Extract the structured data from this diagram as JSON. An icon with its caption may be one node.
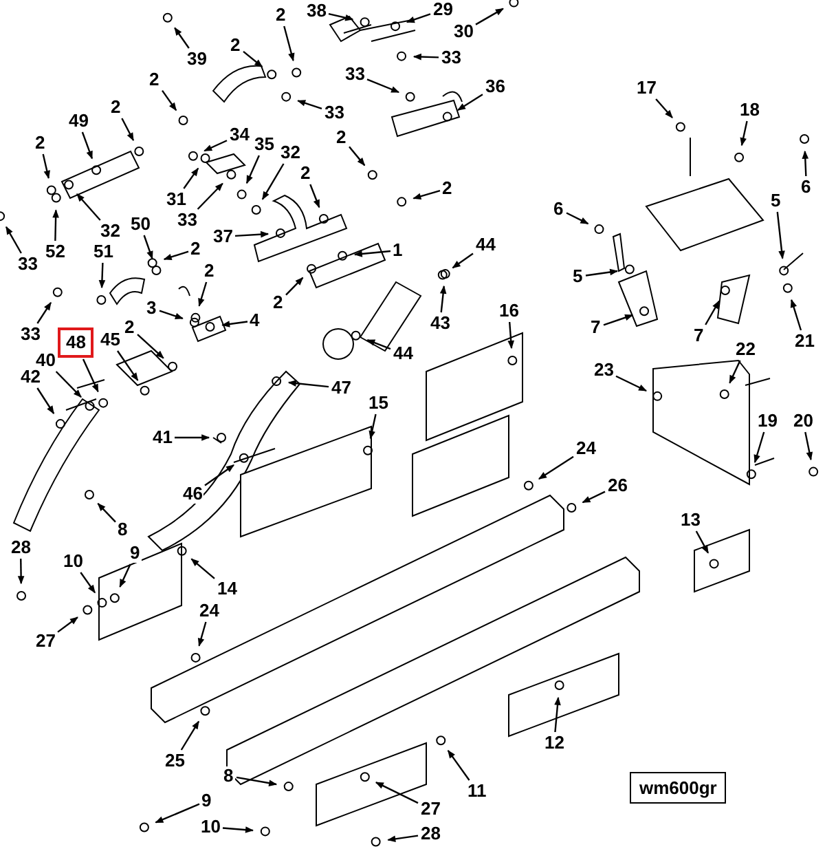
{
  "diagram": {
    "nodes": [
      {
        "text": [
          "38"
        ]
      },
      {
        "text": [
          "29"
        ]
      },
      {
        "text": [
          "2"
        ]
      },
      {
        "text": [
          "30"
        ]
      },
      {
        "text": [
          "2"
        ]
      },
      {
        "text": [
          "39"
        ]
      },
      {
        "text": [
          "33"
        ]
      },
      {
        "text": [
          "33"
        ]
      },
      {
        "text": [
          "2"
        ]
      },
      {
        "text": [
          "36"
        ]
      },
      {
        "text": [
          "17"
        ]
      },
      {
        "text": [
          "2"
        ]
      },
      {
        "text": [
          "18"
        ]
      },
      {
        "text": [
          "33"
        ]
      },
      {
        "text": [
          "49"
        ]
      },
      {
        "text": [
          "34"
        ]
      },
      {
        "text": [
          "2"
        ]
      },
      {
        "text": [
          "2"
        ]
      },
      {
        "text": [
          "35"
        ]
      },
      {
        "text": [
          "32"
        ]
      },
      {
        "text": [
          "2"
        ]
      },
      {
        "text": [
          "2"
        ]
      },
      {
        "text": [
          "6"
        ]
      },
      {
        "text": [
          "5"
        ]
      },
      {
        "text": [
          "31"
        ]
      },
      {
        "text": [
          "6"
        ]
      },
      {
        "text": [
          "33"
        ]
      },
      {
        "text": [
          "50"
        ]
      },
      {
        "text": [
          "37"
        ]
      },
      {
        "text": [
          "32"
        ]
      },
      {
        "text": [
          "44"
        ]
      },
      {
        "text": [
          "2"
        ]
      },
      {
        "text": [
          "1"
        ]
      },
      {
        "text": [
          "52"
        ]
      },
      {
        "text": [
          "51"
        ]
      },
      {
        "text": [
          "2"
        ]
      },
      {
        "text": [
          "33"
        ]
      },
      {
        "text": [
          "5"
        ]
      },
      {
        "text": [
          "2"
        ]
      },
      {
        "text": [
          "3"
        ]
      },
      {
        "text": [
          "16"
        ]
      },
      {
        "text": [
          "2"
        ]
      },
      {
        "text": [
          "4"
        ]
      },
      {
        "text": [
          "43"
        ]
      },
      {
        "text": [
          "7"
        ]
      },
      {
        "text": [
          "33"
        ]
      },
      {
        "text": [
          "7"
        ]
      },
      {
        "text": [
          "45"
        ]
      },
      {
        "text": [
          "48"
        ]
      },
      {
        "text": [
          "21"
        ]
      },
      {
        "text": [
          "22"
        ]
      },
      {
        "text": [
          "44"
        ]
      },
      {
        "text": [
          "40"
        ]
      },
      {
        "text": [
          "23"
        ]
      },
      {
        "text": [
          "42"
        ]
      },
      {
        "text": [
          "47"
        ]
      },
      {
        "text": [
          "15"
        ]
      },
      {
        "text": [
          "19"
        ]
      },
      {
        "text": [
          "20"
        ]
      },
      {
        "text": [
          "41"
        ]
      },
      {
        "text": [
          "24"
        ]
      },
      {
        "text": [
          "26"
        ]
      },
      {
        "text": [
          "46"
        ]
      },
      {
        "text": [
          "13"
        ]
      },
      {
        "text": [
          "8"
        ]
      },
      {
        "text": [
          "28"
        ]
      },
      {
        "text": [
          "9"
        ]
      },
      {
        "text": [
          "10"
        ]
      },
      {
        "text": [
          "14"
        ]
      },
      {
        "text": [
          "24"
        ]
      },
      {
        "text": [
          "27"
        ]
      },
      {
        "text": [
          "12"
        ]
      },
      {
        "text": [
          "25"
        ]
      },
      {
        "text": [
          "8"
        ]
      },
      {
        "text": [
          "11"
        ]
      },
      {
        "text": [
          "9"
        ]
      },
      {
        "text": [
          "27"
        ]
      },
      {
        "text": [
          "10"
        ]
      },
      {
        "text": [
          "28"
        ]
      }
    ],
    "edges": [
      {
        "from": 0,
        "to": null,
        "arrow": "to"
      },
      {
        "from": 1,
        "to": null,
        "arrow": "to"
      },
      {
        "from": 2,
        "to": null,
        "arrow": "to"
      },
      {
        "from": 3,
        "to": null,
        "arrow": "to"
      },
      {
        "from": 4,
        "to": null,
        "arrow": "to"
      },
      {
        "from": 5,
        "to": null,
        "arrow": "to"
      },
      {
        "from": 6,
        "to": null,
        "arrow": "to"
      },
      {
        "from": 7,
        "to": null,
        "arrow": "to"
      },
      {
        "from": 8,
        "to": null,
        "arrow": "to"
      },
      {
        "from": 9,
        "to": null,
        "arrow": "to"
      },
      {
        "from": 10,
        "to": null,
        "arrow": "to"
      },
      {
        "from": 11,
        "to": null,
        "arrow": "to"
      },
      {
        "from": 12,
        "to": null,
        "arrow": "to"
      },
      {
        "from": 13,
        "to": null,
        "arrow": "to"
      },
      {
        "from": 14,
        "to": null,
        "arrow": "to"
      },
      {
        "from": 15,
        "to": null,
        "arrow": "to"
      },
      {
        "from": 16,
        "to": null,
        "arrow": "to"
      },
      {
        "from": 17,
        "to": null,
        "arrow": "to"
      },
      {
        "from": 18,
        "to": null,
        "arrow": "to"
      },
      {
        "from": 19,
        "to": null,
        "arrow": "to"
      },
      {
        "from": 20,
        "to": null,
        "arrow": "to"
      },
      {
        "from": 21,
        "to": null,
        "arrow": "to"
      },
      {
        "from": 22,
        "to": null,
        "arrow": "to"
      },
      {
        "from": 23,
        "to": null,
        "arrow": "to"
      },
      {
        "from": 24,
        "to": null,
        "arrow": "to"
      },
      {
        "from": 25,
        "to": null,
        "arrow": "to"
      },
      {
        "from": 26,
        "to": null,
        "arrow": "to"
      },
      {
        "from": 27,
        "to": null,
        "arrow": "to"
      },
      {
        "from": 28,
        "to": null,
        "arrow": "to"
      },
      {
        "from": 29,
        "to": null,
        "arrow": "to"
      },
      {
        "from": 30,
        "to": null,
        "arrow": "to"
      },
      {
        "from": 31,
        "to": null,
        "arrow": "to"
      },
      {
        "from": 32,
        "to": null,
        "arrow": "to"
      },
      {
        "from": 33,
        "to": null,
        "arrow": "to"
      },
      {
        "from": 34,
        "to": null,
        "arrow": "to"
      },
      {
        "from": 35,
        "to": null,
        "arrow": "to"
      },
      {
        "from": 36,
        "to": null,
        "arrow": "to"
      },
      {
        "from": 37,
        "to": null,
        "arrow": "to"
      },
      {
        "from": 38,
        "to": null,
        "arrow": "to"
      },
      {
        "from": 39,
        "to": null,
        "arrow": "to"
      },
      {
        "from": 40,
        "to": null,
        "arrow": "to"
      },
      {
        "from": 41,
        "to": null,
        "arrow": "to"
      },
      {
        "from": 42,
        "to": null,
        "arrow": "to"
      },
      {
        "from": 43,
        "to": null,
        "arrow": "to"
      },
      {
        "from": 44,
        "to": null,
        "arrow": "to"
      },
      {
        "from": 45,
        "to": null,
        "arrow": "to"
      },
      {
        "from": 46,
        "to": null,
        "arrow": "to"
      },
      {
        "from": 47,
        "to": null,
        "arrow": "to"
      },
      {
        "from": 48,
        "to": null,
        "arrow": "to"
      },
      {
        "from": 49,
        "to": null,
        "arrow": "to"
      },
      {
        "from": 50,
        "to": null,
        "arrow": "to"
      },
      {
        "from": 51,
        "to": null,
        "arrow": "to"
      },
      {
        "from": 52,
        "to": null,
        "arrow": "to"
      },
      {
        "from": 53,
        "to": null,
        "arrow": "to"
      },
      {
        "from": 54,
        "to": null,
        "arrow": "to"
      },
      {
        "from": 55,
        "to": null,
        "arrow": "to"
      },
      {
        "from": 56,
        "to": null,
        "arrow": "to"
      },
      {
        "from": 57,
        "to": null,
        "arrow": "to"
      },
      {
        "from": 58,
        "to": null,
        "arrow": "to"
      },
      {
        "from": 59,
        "to": null,
        "arrow": "to"
      },
      {
        "from": 60,
        "to": null,
        "arrow": "to"
      },
      {
        "from": 61,
        "to": null,
        "arrow": "to"
      },
      {
        "from": 62,
        "to": null,
        "arrow": "to"
      },
      {
        "from": 63,
        "to": null,
        "arrow": "to"
      },
      {
        "from": 64,
        "to": null,
        "arrow": "to"
      },
      {
        "from": 65,
        "to": null,
        "arrow": "to"
      },
      {
        "from": 66,
        "to": null,
        "arrow": "to"
      },
      {
        "from": 67,
        "to": null,
        "arrow": "to"
      },
      {
        "from": 68,
        "to": null,
        "arrow": "to"
      },
      {
        "from": 69,
        "to": null,
        "arrow": "to"
      },
      {
        "from": 70,
        "to": null,
        "arrow": "to"
      },
      {
        "from": 71,
        "to": null,
        "arrow": "to"
      },
      {
        "from": 72,
        "to": null,
        "arrow": "to"
      },
      {
        "from": 73,
        "to": null,
        "arrow": "to"
      },
      {
        "from": 74,
        "to": null,
        "arrow": "to"
      },
      {
        "from": 75,
        "to": null,
        "arrow": "to"
      },
      {
        "from": 76,
        "to": null,
        "arrow": "to"
      },
      {
        "from": 77,
        "to": null,
        "arrow": "to"
      },
      {
        "from": 78,
        "to": null,
        "arrow": "to"
      }
    ],
    "labels": [
      "wm600gr"
    ]
  }
}
